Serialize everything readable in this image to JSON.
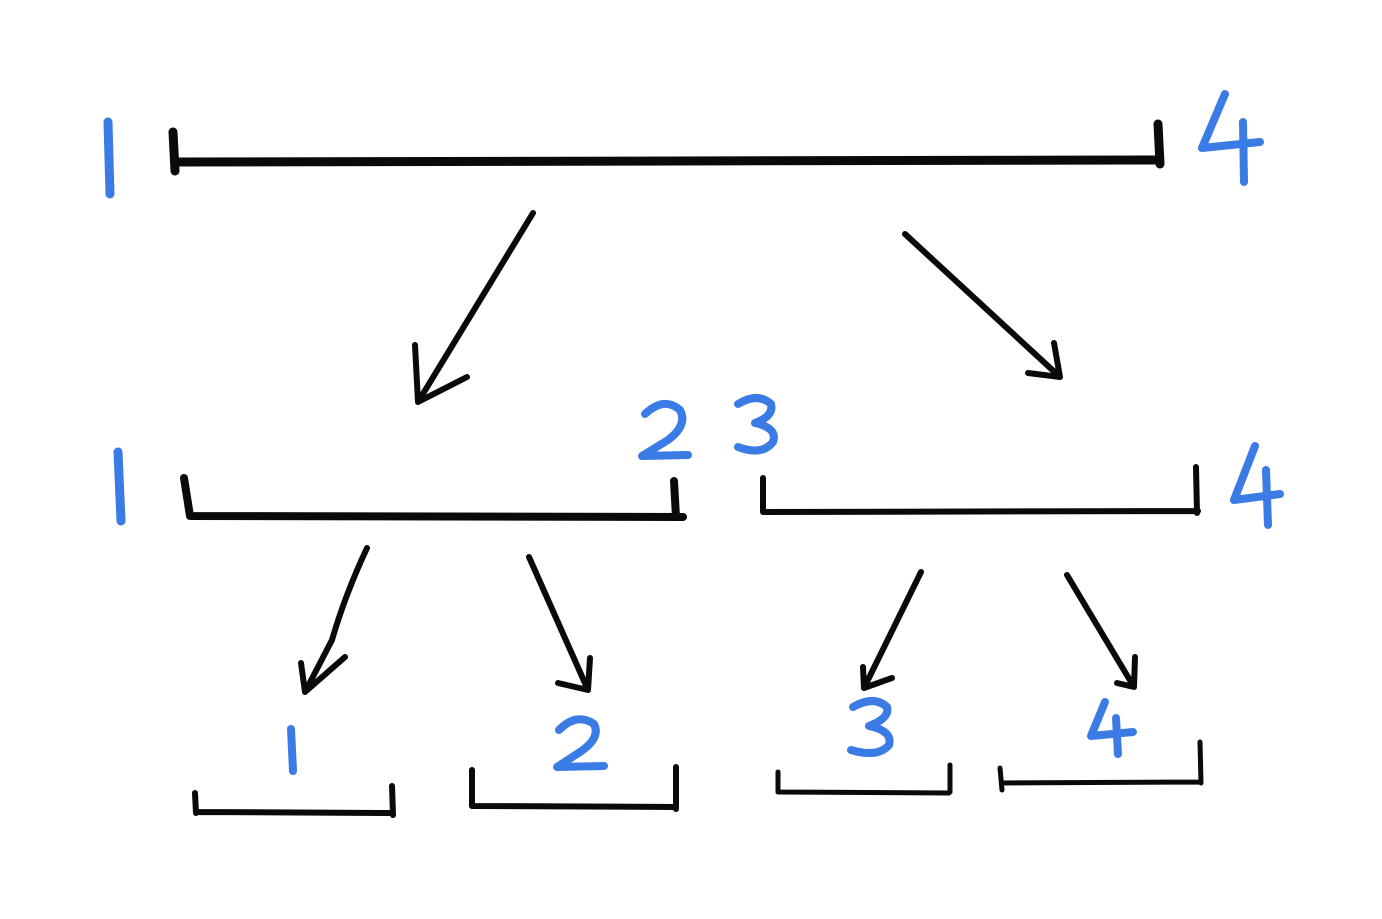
{
  "colors": {
    "ink": "#0a0a0a",
    "label": "#3b7be6",
    "background": "#ffffff"
  },
  "root": {
    "start_label": "1",
    "end_label": "4"
  },
  "level1": {
    "left": {
      "start_label": "1",
      "end_label": "2"
    },
    "right": {
      "start_label": "3",
      "end_label": "4"
    }
  },
  "level2": {
    "leaves": [
      {
        "label": "1"
      },
      {
        "label": "2"
      },
      {
        "label": "3"
      },
      {
        "label": "4"
      }
    ]
  }
}
